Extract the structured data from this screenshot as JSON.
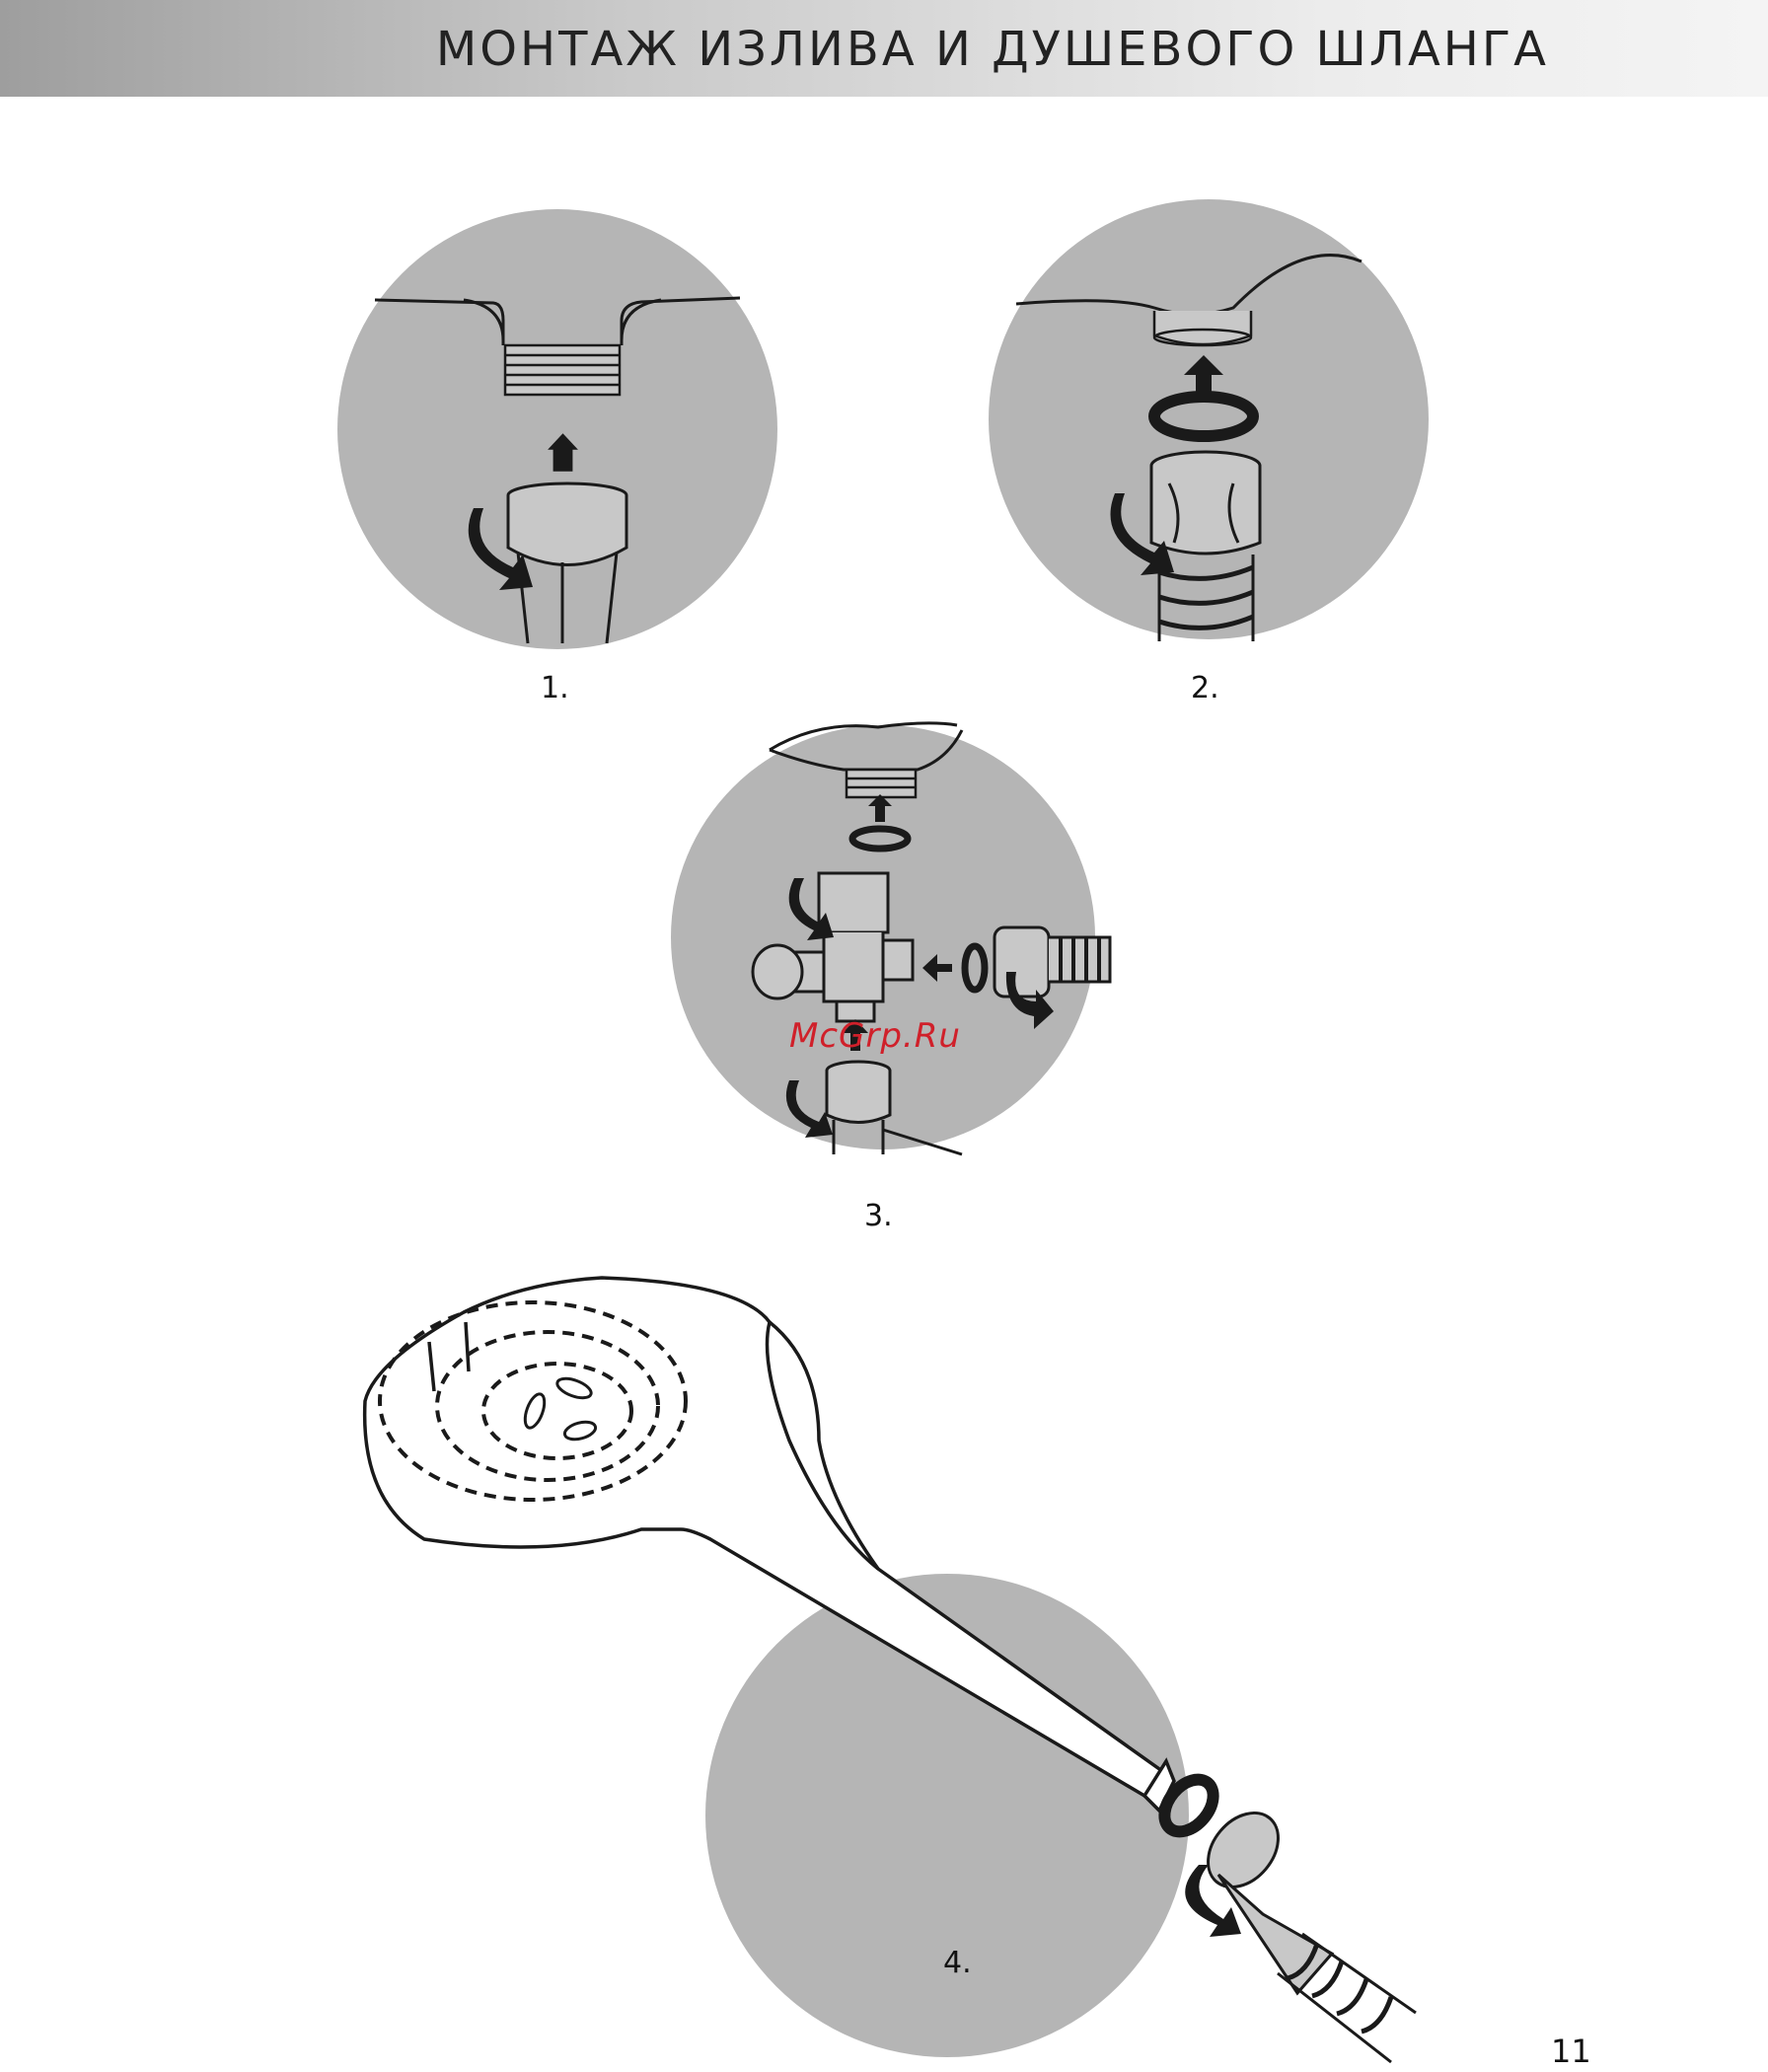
{
  "page": {
    "title": "МОНТАЖ ИЗЛИВА И ДУШЕВОГО ШЛАНГА",
    "page_number": "11",
    "watermark": "McGrp.Ru"
  },
  "figures": [
    {
      "label": "1."
    },
    {
      "label": "2."
    },
    {
      "label": "3."
    },
    {
      "label": "4."
    }
  ],
  "colors": {
    "circle_fill": "#b5b5b5",
    "line": "#1a1a1a",
    "watermark": "#d0202a"
  }
}
